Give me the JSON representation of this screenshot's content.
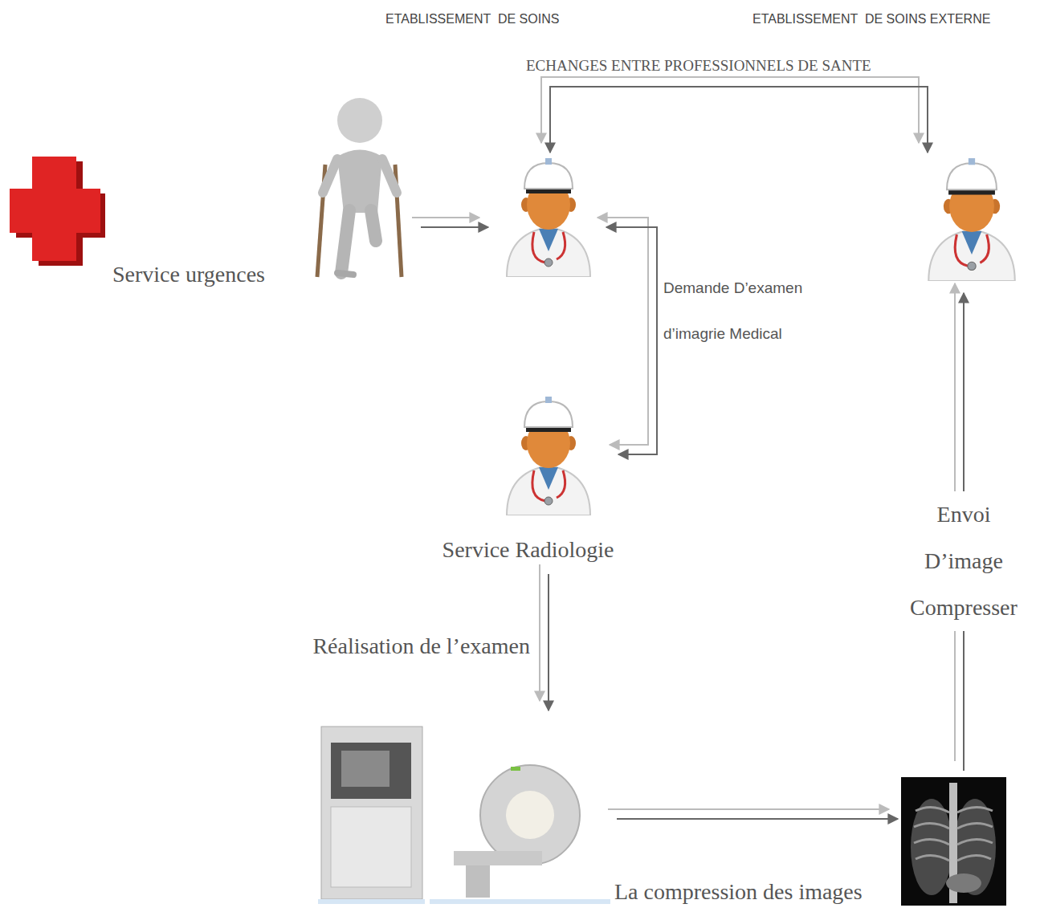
{
  "diagram": {
    "nodes": [
      {
        "text": [
          "Service urgences"
        ]
      },
      {
        "text": []
      },
      {
        "text": []
      },
      {
        "text": []
      },
      {
        "text": [
          "Service Radiologie"
        ]
      },
      {
        "text": []
      },
      {
        "text": []
      }
    ],
    "edges": [
      {
        "from": 1,
        "to": 2,
        "arrow": "to"
      },
      {
        "from": 2,
        "to": 3,
        "label": "ECHANGES ENTRE PROFESSIONNELS DE SANTE",
        "arrow": "both"
      },
      {
        "from": 2,
        "to": 4,
        "label": "Demande D’examen d’imagrie Medical",
        "arrow": "both"
      },
      {
        "from": 4,
        "to": 5,
        "label": "Réalisation de l’examen",
        "arrow": "to"
      },
      {
        "from": 5,
        "to": 6,
        "label": "La compression des images",
        "arrow": "to"
      },
      {
        "from": 6,
        "to": 3,
        "label": "Envoi D’image Compresser",
        "arrow": "to"
      }
    ],
    "labels": [
      "ETABLISSEMENT  DE SOINS",
      "ETABLISSEMENT  DE SOINS EXTERNE"
    ]
  }
}
